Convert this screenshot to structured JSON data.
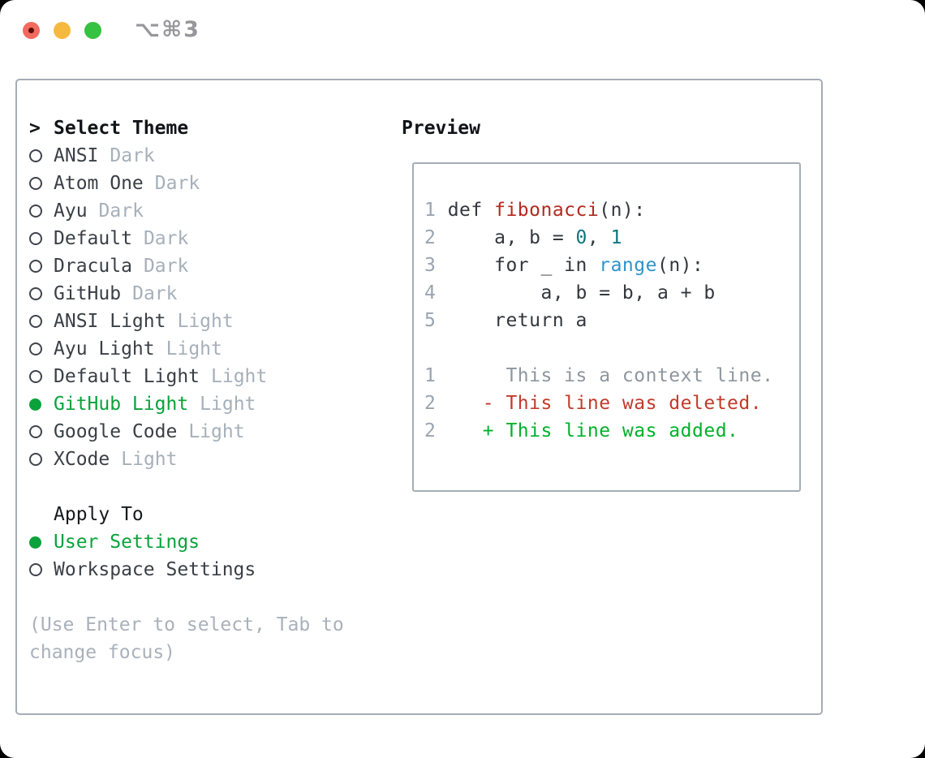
{
  "window": {
    "title_shortcut": "⌥⌘3"
  },
  "theme_panel": {
    "header_prompt": ">",
    "header": "Select Theme",
    "items": [
      {
        "name": "ANSI",
        "tag": "Dark",
        "selected": false
      },
      {
        "name": "Atom One",
        "tag": "Dark",
        "selected": false
      },
      {
        "name": "Ayu",
        "tag": "Dark",
        "selected": false
      },
      {
        "name": "Default",
        "tag": "Dark",
        "selected": false
      },
      {
        "name": "Dracula",
        "tag": "Dark",
        "selected": false
      },
      {
        "name": "GitHub",
        "tag": "Dark",
        "selected": false
      },
      {
        "name": "ANSI Light",
        "tag": "Light",
        "selected": false
      },
      {
        "name": "Ayu Light",
        "tag": "Light",
        "selected": false
      },
      {
        "name": "Default Light",
        "tag": "Light",
        "selected": false
      },
      {
        "name": "GitHub Light",
        "tag": "Light",
        "selected": true
      },
      {
        "name": "Google Code",
        "tag": "Light",
        "selected": false
      },
      {
        "name": "XCode",
        "tag": "Light",
        "selected": false
      }
    ],
    "apply_header": "Apply To",
    "apply_items": [
      {
        "name": "User Settings",
        "selected": true
      },
      {
        "name": "Workspace Settings",
        "selected": false
      }
    ],
    "hint_lines": [
      "(Use Enter to select, Tab to",
      "change focus)"
    ]
  },
  "preview": {
    "header": "Preview",
    "lines": [
      {
        "segments": [
          {
            "t": "1 ",
            "c": "ln"
          },
          {
            "t": "def ",
            "c": "code"
          },
          {
            "t": "fibonacci",
            "c": "func"
          },
          {
            "t": "(n):",
            "c": "code"
          }
        ]
      },
      {
        "segments": [
          {
            "t": "2 ",
            "c": "ln"
          },
          {
            "t": "    a, b = ",
            "c": "code"
          },
          {
            "t": "0",
            "c": "num"
          },
          {
            "t": ", ",
            "c": "code"
          },
          {
            "t": "1",
            "c": "num"
          }
        ]
      },
      {
        "segments": [
          {
            "t": "3 ",
            "c": "ln"
          },
          {
            "t": "    for _ in ",
            "c": "code"
          },
          {
            "t": "range",
            "c": "builtin"
          },
          {
            "t": "(n):",
            "c": "code"
          }
        ]
      },
      {
        "segments": [
          {
            "t": "4 ",
            "c": "ln"
          },
          {
            "t": "        a, b = b, a + b",
            "c": "code"
          }
        ]
      },
      {
        "segments": [
          {
            "t": "5 ",
            "c": "ln"
          },
          {
            "t": "    return a",
            "c": "code"
          }
        ]
      },
      {
        "segments": []
      },
      {
        "segments": [
          {
            "t": "1 ",
            "c": "ln"
          },
          {
            "t": "     This is a context line.",
            "c": "ctx"
          }
        ]
      },
      {
        "segments": [
          {
            "t": "2 ",
            "c": "ln"
          },
          {
            "t": "   - This line was deleted.",
            "c": "del"
          }
        ]
      },
      {
        "segments": [
          {
            "t": "2 ",
            "c": "ln"
          },
          {
            "t": "   + This line was added.",
            "c": "add"
          }
        ]
      }
    ]
  },
  "colors": {
    "accent_green": "#0aa23b",
    "diff_deleted_red": "#c23a2b",
    "diff_added_green": "#00b12c",
    "syntax_function_red": "#b3281e",
    "syntax_number_teal": "#0b767c",
    "syntax_builtin_blue": "#2e93c9",
    "code_text": "#33373d",
    "line_number_gray": "#9aa4b0",
    "context_line_gray": "#8e969e",
    "traffic_red": "#f16a5f",
    "traffic_yellow": "#f6b93f",
    "traffic_green": "#35c141"
  }
}
